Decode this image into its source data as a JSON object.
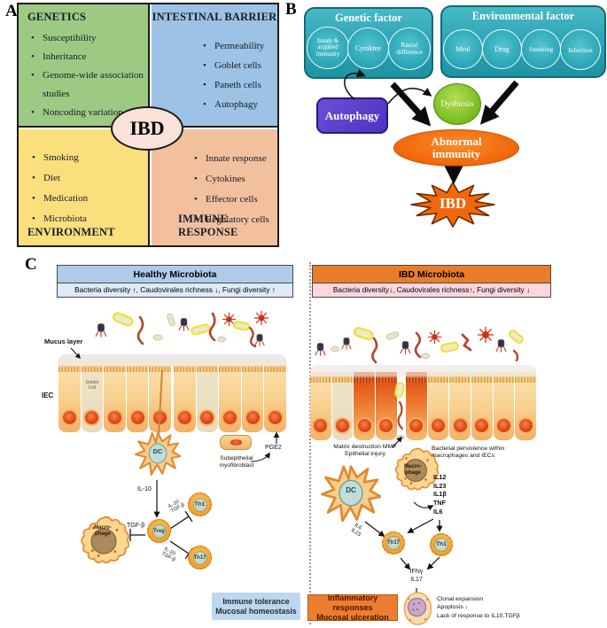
{
  "panelA": {
    "label": "A",
    "center_label": "IBD",
    "quadrants": {
      "genetics": {
        "title": "GENETICS",
        "items": [
          "Susceptibility",
          "Inheritance",
          "Genome-wide association studies",
          "Noncoding variation"
        ]
      },
      "barrier": {
        "title": "INTESTINAL BARRIER",
        "items": [
          "Permeability",
          "Goblet cells",
          "Paneth cells",
          "Autophagy"
        ]
      },
      "environment": {
        "title": "ENVIRONMENT",
        "items": [
          "Smoking",
          "Diet",
          "Medication",
          "Microbiota"
        ]
      },
      "immune": {
        "title": "IMMUNE RESPONSE",
        "items": [
          "Innate response",
          "Cytokines",
          "Effector cells",
          "Regulatory cells"
        ]
      }
    },
    "colors": {
      "genetics": "#9cca83",
      "barrier": "#9cc2e5",
      "environment": "#fbdf7d",
      "immune": "#f3c09e",
      "center": "#f8e2da"
    }
  },
  "panelB": {
    "label": "B",
    "genetic_factor": {
      "title": "Genetic factor",
      "circles": [
        "Innate & acquired immunity",
        "Cytokine",
        "Racial difference"
      ]
    },
    "environmental_factor": {
      "title": "Environmental factor",
      "circles": [
        "Meal",
        "Drug",
        "Smoking",
        "Infection"
      ]
    },
    "autophagy_label": "Autophagy",
    "dysbiosis_label": "Dysbiosis",
    "abnormal_immunity_lines": [
      "Abnormal",
      "immunity"
    ],
    "ibd_label": "IBD",
    "colors": {
      "teal": "#2aa2b2",
      "purple": "#5a3fc8",
      "green": "#84c32a",
      "orange": "#f06404"
    }
  },
  "panelC": {
    "label": "C",
    "healthy": {
      "header": "Healthy Microbiota",
      "subheader": "Bacteria diversity ↑, Caudovirales richness ↓, Fungi diversity ↑",
      "header_color": "#aecbea",
      "subheader_color": "#ddeaf8",
      "mucus_label": "Mucus layer",
      "iec_label": "IEC",
      "goblet_lines": [
        "Goblet",
        "Cell"
      ],
      "dc_label": "DC",
      "il10_label": "IL-10",
      "treg_label": "Treg",
      "th1_label": "Th1",
      "th17_label": "Th17",
      "macrophage_lines": [
        "Macro-",
        "phage"
      ],
      "tgfb_label": "TGF-β",
      "th1_inhibit_lines": [
        "IL-10",
        "TGF-β"
      ],
      "th17_inhibit_lines": [
        "IL-10",
        "TGF-β"
      ],
      "myofibroblast_lines": [
        "Subepithelial",
        "myofibroblast"
      ],
      "pge2_label": "PGE2",
      "outcome_lines": [
        "Immune tolerance",
        "Mucosal homeostasis"
      ],
      "outcome_color": "#bdd7ee"
    },
    "ibd": {
      "header": "IBD Microbiota",
      "subheader": "Bacteria diversity↓, Caudovirales richness↑, Fungi diversity ↓",
      "header_color": "#e87d2b",
      "subheader_color": "#fcd6dc",
      "matrix_lines": [
        "Matrix destruction MMP",
        "Epithelial injury"
      ],
      "persistence_lines": [
        "Bacterial persistence within",
        "macrophages and IECs"
      ],
      "macrophage_lines": [
        "Macro-",
        "phage"
      ],
      "cytokines": [
        "IL12",
        "IL23",
        "IL1β",
        "TNF",
        "IL6"
      ],
      "dc_label": "DC",
      "dc_cytokine_lines": [
        "IL6",
        "IL23"
      ],
      "th17_label": "Th17",
      "th1_label": "Th1",
      "ifn_label": "IFNγ",
      "il17_label": "IL17",
      "clonal_lines": [
        "Clonal expansion",
        "Apoptosis ↓",
        "Lack of response to IL10,TGFβ"
      ],
      "outcome_lines": [
        "Inflammatory responses",
        "Mucosal ulceration"
      ],
      "outcome_color": "#ed7d31"
    }
  }
}
